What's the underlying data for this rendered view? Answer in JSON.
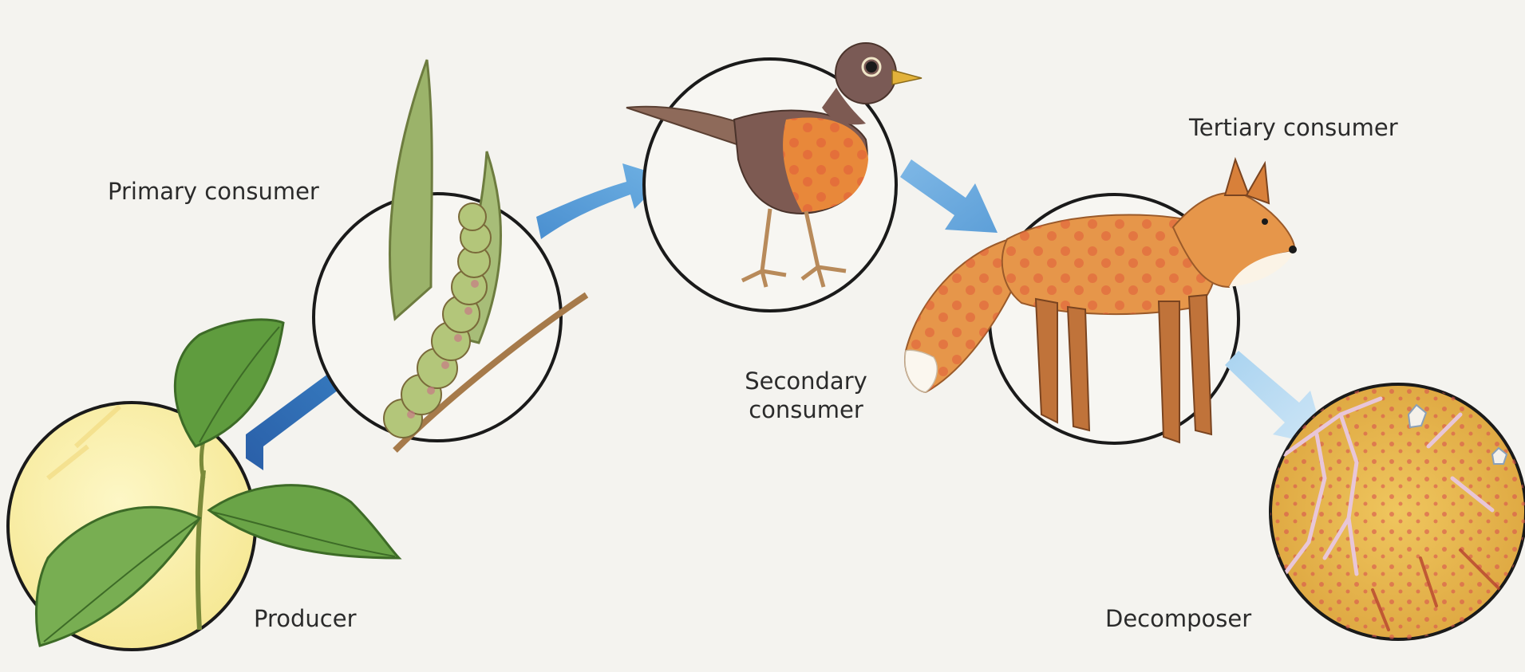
{
  "diagram": {
    "labels": {
      "producer": "Producer",
      "primary": "Primary consumer",
      "secondary_line1": "Secondary",
      "secondary_line2": "consumer",
      "tertiary": "Tertiary consumer",
      "decomposer": "Decomposer"
    },
    "organisms": {
      "producer": "leaf-plant",
      "primary": "caterpillar",
      "secondary": "robin-bird",
      "tertiary": "fox",
      "decomposer": "fungi-bacteria"
    },
    "colors": {
      "arrow_dark": "#2f6fb4",
      "arrow_light": "#8ec3e8",
      "circle_stroke": "#1a1a1a",
      "producer_fill": "#fbf3b0",
      "decomposer_fill": "#e9bd55"
    }
  }
}
